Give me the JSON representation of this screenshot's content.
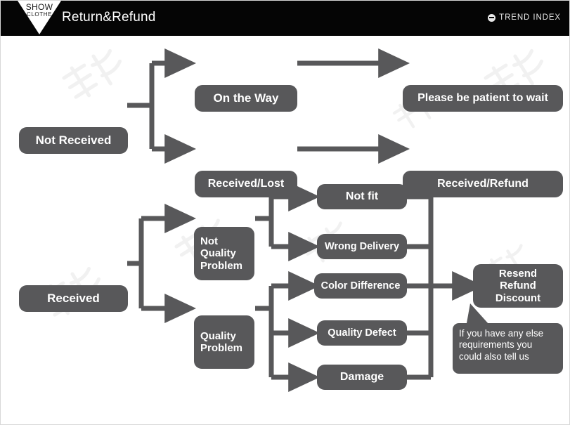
{
  "header": {
    "logo_line1": "SHOW",
    "logo_line2": "CLOTHE",
    "title": "Return&Refund",
    "brand": "TREND INDEX",
    "brand_icon": "globe-icon",
    "bg_color": "#050505",
    "text_color": "#ffffff"
  },
  "theme": {
    "node_fill": "#58585a",
    "node_text": "#ffffff",
    "connector": "#58585a",
    "canvas_bg": "#ffffff",
    "watermark": "#f1f1f1"
  },
  "diagram": {
    "type": "flowchart",
    "watermark_text": "非凡设计",
    "nodes": [
      {
        "id": "not-received",
        "label": "Not Received"
      },
      {
        "id": "on-the-way",
        "label": "On the Way"
      },
      {
        "id": "please-be-patient",
        "label": "Please be patient to wait"
      },
      {
        "id": "received-lost",
        "label": "Received/Lost"
      },
      {
        "id": "received-refund",
        "label": "Received/Refund"
      },
      {
        "id": "received",
        "label": "Received"
      },
      {
        "id": "not-quality-problem",
        "label": "Not\nQuality\nProblem"
      },
      {
        "id": "quality-problem",
        "label": "Quality\nProblem"
      },
      {
        "id": "not-fit",
        "label": "Not fit"
      },
      {
        "id": "wrong-delivery",
        "label": "Wrong Delivery"
      },
      {
        "id": "color-difference",
        "label": "Color Difference"
      },
      {
        "id": "quality-defect",
        "label": "Quality Defect"
      },
      {
        "id": "damage",
        "label": "Damage"
      },
      {
        "id": "resend-refund-discount",
        "label": "Resend\nRefund\nDiscount"
      }
    ],
    "note": {
      "id": "extra-requirements-note",
      "line1": "If you have any else",
      "line2": "requirements you",
      "line3": "could also tell us"
    },
    "edges": [
      {
        "from": "not-received",
        "to": "on-the-way"
      },
      {
        "from": "not-received",
        "to": "received-lost"
      },
      {
        "from": "on-the-way",
        "to": "please-be-patient"
      },
      {
        "from": "received-lost",
        "to": "received-refund"
      },
      {
        "from": "received",
        "to": "not-quality-problem"
      },
      {
        "from": "received",
        "to": "quality-problem"
      },
      {
        "from": "not-quality-problem",
        "to": "not-fit"
      },
      {
        "from": "not-quality-problem",
        "to": "wrong-delivery"
      },
      {
        "from": "quality-problem",
        "to": "color-difference"
      },
      {
        "from": "quality-problem",
        "to": "quality-defect"
      },
      {
        "from": "quality-problem",
        "to": "damage"
      },
      {
        "from": "not-fit",
        "to": "resend-refund-discount"
      },
      {
        "from": "wrong-delivery",
        "to": "resend-refund-discount"
      },
      {
        "from": "color-difference",
        "to": "resend-refund-discount"
      },
      {
        "from": "quality-defect",
        "to": "resend-refund-discount"
      },
      {
        "from": "damage",
        "to": "resend-refund-discount"
      }
    ]
  }
}
